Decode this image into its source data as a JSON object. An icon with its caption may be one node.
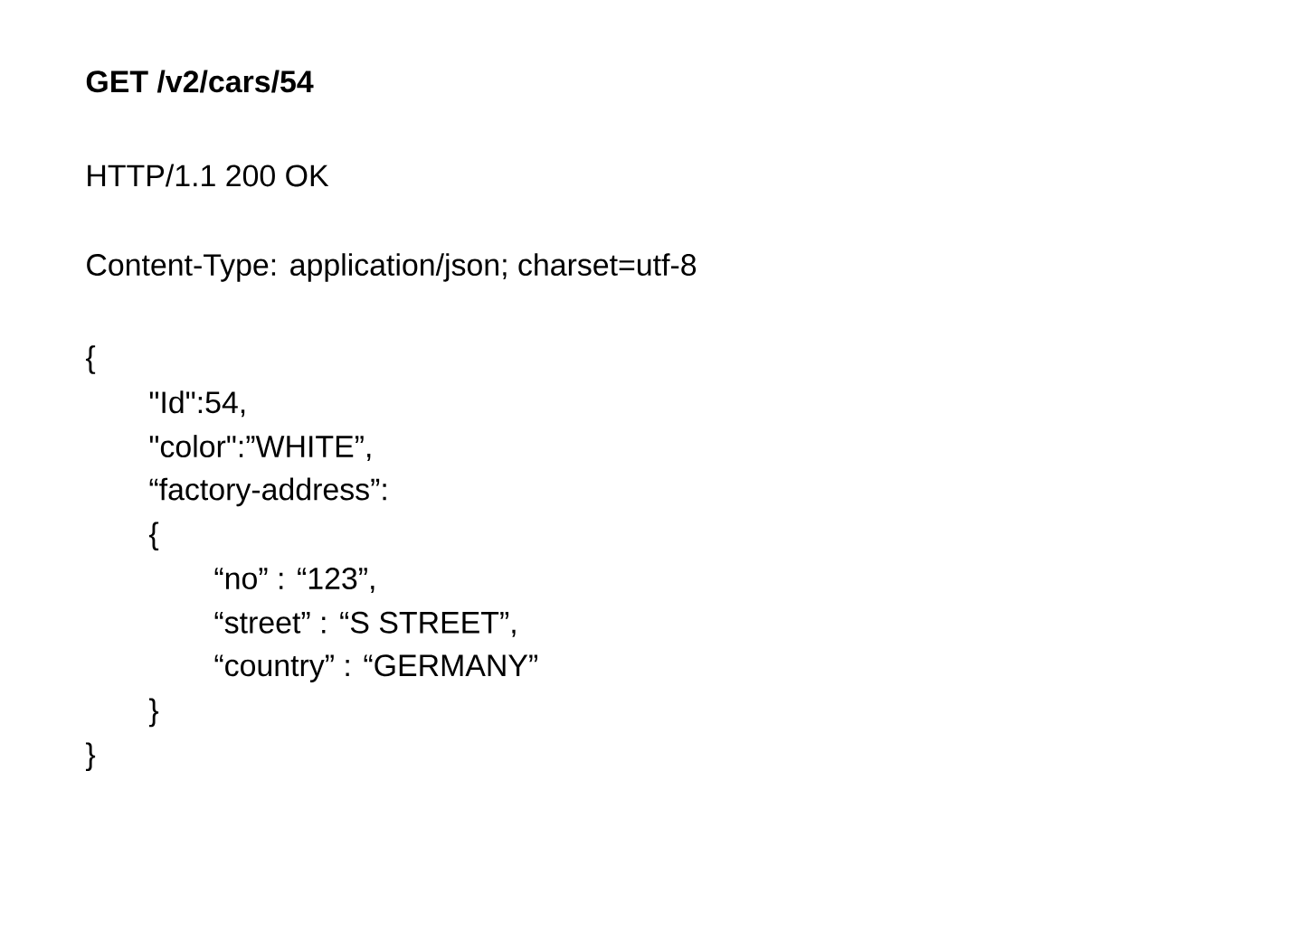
{
  "diagram": {
    "labels": [
      "GET /v2/cars/54",
      "HTTP/1.1 200 OK",
      "Content-Type: application/json; charset=utf-8",
      "{",
      "\"Id\":54,",
      "\"color\":”WHITE”,",
      "“factory-address”:",
      "{",
      "“no” : “123”,",
      "“street” : “S STREET”,",
      "“country” : “GERMANY”",
      "}",
      "}"
    ]
  }
}
